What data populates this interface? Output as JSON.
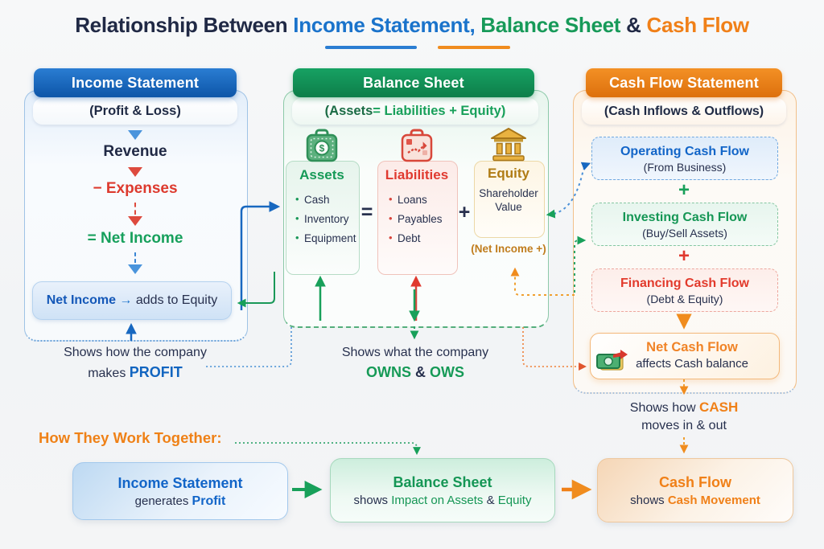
{
  "title": {
    "part1": "Relationship Between ",
    "part2": "Income Statement",
    "part3": ", ",
    "part4": "Balance Sheet",
    "part5": " & ",
    "part6": "Cash Flow"
  },
  "income": {
    "header": "Income Statement",
    "subtitle": "(Profit & Loss)",
    "revenue": "Revenue",
    "expenses": "− Expenses",
    "net_income": "= Net Income",
    "box": {
      "highlight": "Net Income",
      "arrow": "→",
      "rest": "adds to Equity"
    },
    "note1": "Shows how the company",
    "note2_prefix": "makes ",
    "note2_bold": "PROFIT"
  },
  "balance": {
    "header": "Balance Sheet",
    "subtitle_p1": "(Assets ",
    "subtitle_p2": "= Liabilities + Equity)",
    "assets": {
      "label": "Assets",
      "items": [
        "Cash",
        "Inventory",
        "Equipment"
      ]
    },
    "equals": "=",
    "liabilities": {
      "label": "Liabilities",
      "items": [
        "Loans",
        "Payables",
        "Debt"
      ]
    },
    "plus": "+",
    "equity": {
      "label": "Equity",
      "value": "Shareholder Value",
      "note": "(Net Income +)"
    },
    "note1": "Shows what the company",
    "note2_owns": "OWNS",
    "note2_amp": " & ",
    "note2_ows": "OWS"
  },
  "cashflow": {
    "header": "Cash Flow Statement",
    "subtitle": "(Cash Inflows & Outflows)",
    "operating_title": "Operating Cash Flow",
    "operating_sub": "(From Business)",
    "plus1": "+",
    "investing_title": "Investing Cash Flow",
    "investing_sub": "(Buy/Sell Assets)",
    "plus2": "+",
    "financing_title": "Financing Cash Flow",
    "financing_sub": "(Debt & Equity)",
    "net_title": "Net Cash Flow",
    "net_sub": "affects Cash balance",
    "note1_prefix": "Shows how ",
    "note1_bold": "CASH",
    "note2": "moves in & out"
  },
  "together": {
    "heading": "How They Work Together:",
    "income_title": "Income Statement",
    "income_sub_prefix": "generates ",
    "income_sub_bold": "Profit",
    "balance_title": "Balance Sheet",
    "balance_sub_p1": "shows ",
    "balance_sub_p2": "Impact on Assets",
    "balance_sub_p3": " & ",
    "balance_sub_p4": "Equity",
    "cash_title": "Cash Flow",
    "cash_sub_prefix": "shows ",
    "cash_sub_bold": "Cash Movement"
  },
  "icons": {
    "assets": "money-case-icon",
    "liabilities": "briefcase-chart-icon",
    "equity": "bank-icon",
    "net_cash": "banknote-arrow-icon"
  },
  "colors": {
    "blue": "#1668c0",
    "green": "#169a57",
    "orange": "#f08018",
    "red": "#e03a30",
    "navy": "#1f2a44",
    "gold": "#b07c15"
  }
}
